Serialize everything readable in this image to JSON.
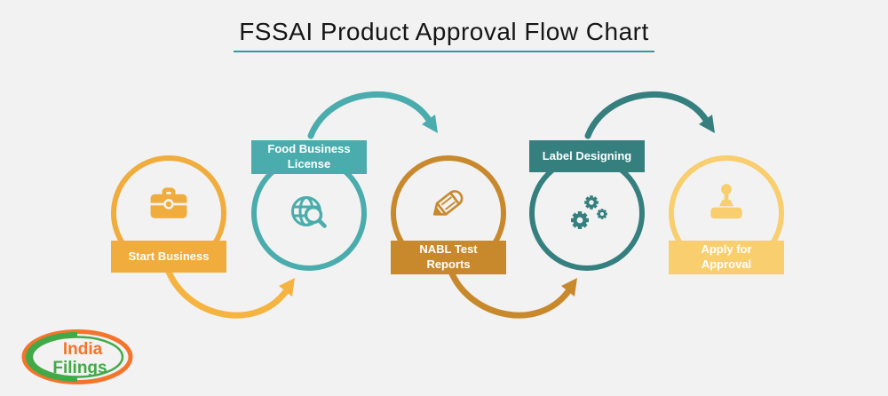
{
  "page": {
    "background": "#F2F2F2"
  },
  "title": {
    "text": "FSSAI Product Approval Flow Chart",
    "underline_color": "#2E9C9E"
  },
  "steps": [
    {
      "label": "Start Business",
      "icon": "briefcase-icon",
      "color": "#F0AC3C",
      "label_position": "bottom"
    },
    {
      "label": "Food Business\nLicense",
      "icon": "globe-search-icon",
      "color": "#4AACAC",
      "label_position": "top"
    },
    {
      "label": "NABL Test\nReports",
      "icon": "pencil-icon",
      "color": "#C8892D",
      "label_position": "bottom"
    },
    {
      "label": "Label Designing",
      "icon": "gears-icon",
      "color": "#357F7F",
      "label_position": "top"
    },
    {
      "label": "Apply for\nApproval",
      "icon": "joystick-icon",
      "color": "#F8CE6E",
      "label_position": "bottom"
    }
  ],
  "arrows": [
    {
      "from": "Start Business",
      "to": "Food Business License",
      "side": "bottom",
      "color": "#F5B340"
    },
    {
      "from": "Food Business License",
      "to": "NABL Test Reports",
      "side": "top",
      "color": "#4AACAC"
    },
    {
      "from": "NABL Test Reports",
      "to": "Label Designing",
      "side": "bottom",
      "color": "#C8892D"
    },
    {
      "from": "Label Designing",
      "to": "Apply for Approval",
      "side": "top",
      "color": "#357F7F"
    }
  ],
  "logo": {
    "line1": "India",
    "line2": "Filings",
    "orange": "#F4742C",
    "green": "#42A948"
  }
}
